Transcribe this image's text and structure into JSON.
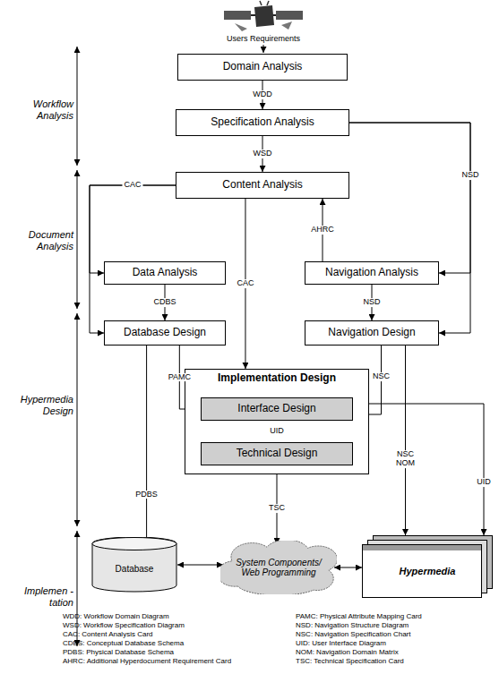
{
  "diagram": {
    "nodes": [
      {
        "text": [
          "Domain Analysis"
        ]
      },
      {
        "text": [
          "Specification Analysis"
        ]
      },
      {
        "text": [
          "Content Analysis"
        ]
      },
      {
        "text": [
          "Data Analysis"
        ]
      },
      {
        "text": [
          "Navigation Analysis"
        ]
      },
      {
        "text": [
          "Database Design"
        ]
      },
      {
        "text": [
          "Navigation Design"
        ]
      },
      {
        "text": [
          "Implementation Design"
        ]
      },
      {
        "text": [
          "Interface Design"
        ],
        "in": 7
      },
      {
        "text": [
          "Technical Design"
        ],
        "in": 7
      },
      {
        "text": [
          "Database"
        ]
      },
      {
        "text": [
          "System Components/ Web Programming"
        ]
      },
      {
        "text": [
          "Hypermedia"
        ]
      }
    ],
    "edges": [
      {
        "from": 0,
        "to": 1,
        "label": "WDD",
        "arrow": "to"
      },
      {
        "from": 1,
        "to": 2,
        "label": "WSD",
        "arrow": "to"
      },
      {
        "from": 1,
        "to": 4,
        "label": "NSD",
        "arrow": "to"
      },
      {
        "from": 1,
        "to": 6,
        "arrow": "to"
      },
      {
        "from": 2,
        "to": 3,
        "label": "CAC",
        "arrow": "to"
      },
      {
        "from": 2,
        "to": 5,
        "arrow": "to"
      },
      {
        "from": 3,
        "to": 5,
        "label": "CDBS",
        "arrow": "to"
      },
      {
        "from": 4,
        "to": 2,
        "label": "AHRC",
        "arrow": "to"
      },
      {
        "from": 4,
        "to": 6,
        "label": "NSD",
        "arrow": "to"
      },
      {
        "from": 2,
        "to": 7,
        "label": "CAC",
        "arrow": "to"
      },
      {
        "from": 5,
        "to": 8,
        "label": "PAMC",
        "arrow": "to"
      },
      {
        "from": 5,
        "to": 10,
        "label": "PDBS",
        "arrow": "to"
      },
      {
        "from": 6,
        "to": 8,
        "label": "NSC",
        "arrow": "to"
      },
      {
        "from": 8,
        "to": 9,
        "label": "UID",
        "arrow": "to"
      },
      {
        "from": 9,
        "to": 11,
        "label": "TSC",
        "arrow": "to"
      },
      {
        "from": 6,
        "to": 12,
        "label": "NSC NOM",
        "arrow": "to"
      },
      {
        "from": 8,
        "to": 12,
        "label": "UID",
        "arrow": "to"
      },
      {
        "from": 10,
        "to": 11,
        "arrow": "both"
      },
      {
        "from": 11,
        "to": 12,
        "arrow": "both"
      }
    ],
    "labels": [
      "Users Requirements",
      "Workflow Analysis",
      "Document Analysis",
      "Hypermedia Design",
      "Implemen -tation",
      "WDD: Workflow Domain Diagram",
      "WSD: Workflow Specification Diagram",
      "CAC: Content Analysis Card",
      "CDBS: Conceptual Database Schema",
      "PDBS: Physical Database Schema",
      "AHRC: Additional Hyperdocument Requirement Card",
      "PAMC: Physical Attribute Mapping Card",
      "NSD: Navigation Structure Diagram",
      "NSC: Navigation Specification Chart",
      "UID: User Interface Diagram",
      "NOM: Navigation Domain Matrix",
      "TSC: Technical Specification Card"
    ]
  }
}
